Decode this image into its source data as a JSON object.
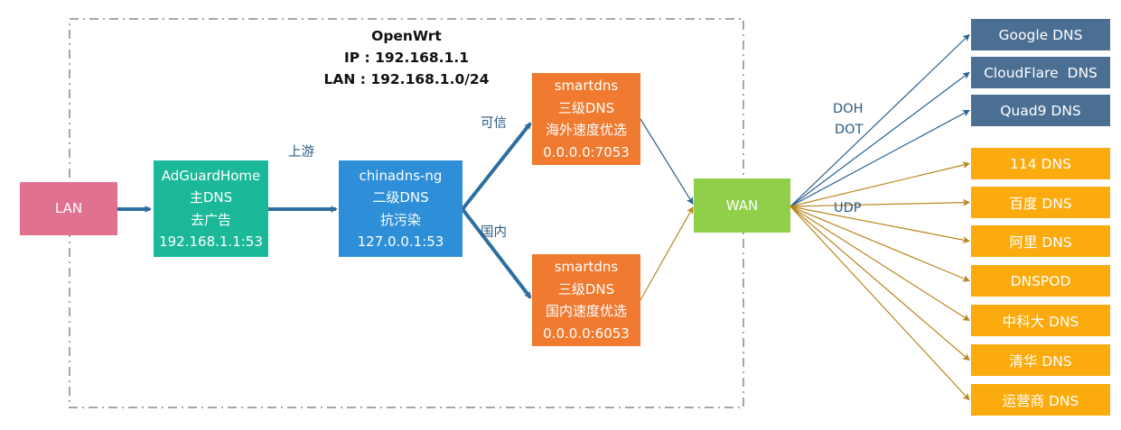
{
  "colors": {
    "lan": "#e0718f",
    "adguard": "#1cb89a",
    "chinadns": "#2e8fd8",
    "smartdns": "#ef7a30",
    "wan": "#8fcf4a",
    "foreign_dns": "#4b6f93",
    "domestic_dns": "#fbab0d",
    "arrow_main": "#2e6e9e",
    "arrow_foreign": "#2a5f8f",
    "arrow_domestic": "#b8861c",
    "border": "#888888"
  },
  "router": {
    "name": "OpenWrt",
    "ip_line": "IP : 192.168.1.1",
    "lan_line": "LAN : 192.168.1.0/24"
  },
  "nodes": {
    "lan": {
      "lines": [
        "LAN"
      ]
    },
    "adguard": {
      "lines": [
        "AdGuardHome",
        "主DNS",
        "去广告",
        "192.168.1.1:53"
      ]
    },
    "chinadns": {
      "lines": [
        "chinadns-ng",
        "二级DNS",
        "抗污染",
        "127.0.0.1:53"
      ]
    },
    "smartdns_foreign": {
      "lines": [
        "smartdns",
        "三级DNS",
        "海外速度优选",
        "0.0.0.0:7053"
      ]
    },
    "smartdns_domestic": {
      "lines": [
        "smartdns",
        "三级DNS",
        "国内速度优选",
        "0.0.0.0:6053"
      ]
    },
    "wan": {
      "lines": [
        "WAN"
      ]
    }
  },
  "labels": {
    "upstream": "上游",
    "trusted": "可信",
    "domestic": "国内",
    "doh": "DOH",
    "dot": "DOT",
    "udp": "UDP"
  },
  "foreign_dns": [
    "Google DNS",
    "CloudFlare  DNS",
    "Quad9 DNS"
  ],
  "domestic_dns": [
    "114 DNS",
    "百度 DNS",
    "阿里 DNS",
    "DNSPOD",
    "中科大 DNS",
    "清华 DNS",
    "运营商 DNS"
  ]
}
